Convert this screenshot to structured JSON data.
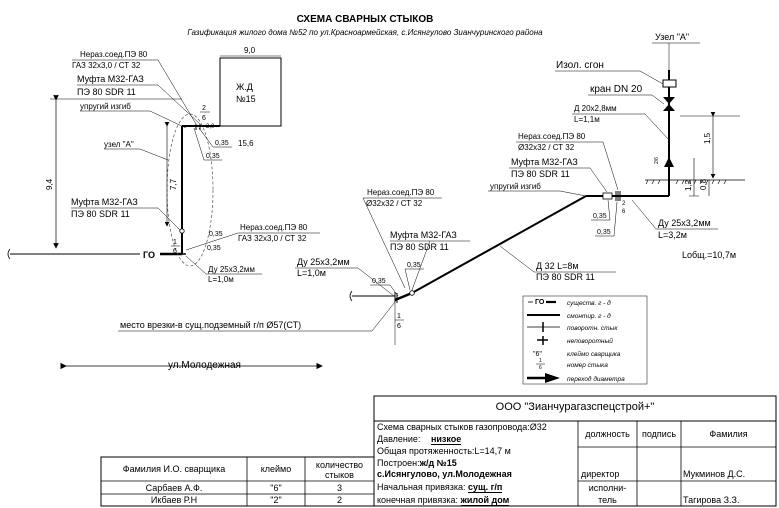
{
  "header": {
    "title": "СХЕМА СВАРНЫХ СТЫКОВ",
    "subtitle": "Газификация жилого дома №52 по ул.Красноармейская, с.Исянгулово  Зианчуринского района"
  },
  "building": {
    "name_line1": "Ж.Д",
    "name_line2": "№15",
    "dim_width": "9,0",
    "dim_depth": "15,6"
  },
  "left_branch": {
    "joint1_line1": "Нераз.соед.ПЭ 80",
    "joint1_line2": "ГАЗ 32х3,0 / СТ 32",
    "coupling1_line1": "Муфта М32-ГАЗ",
    "coupling1_line2": "ПЭ 80 SDR 11",
    "elastic_bend": "упругий изгиб",
    "joint_mark_top": "2",
    "joint_mark_bottom": "6",
    "dim_20": "2,0",
    "dim_035_a": "0,35",
    "dim_035_b": "0,35",
    "node_a_label": "узел \"А\"",
    "dim_94": "9,4",
    "dim_77": "7,7",
    "coupling2_line1": "Муфта М32-ГАЗ",
    "coupling2_line2": "ПЭ 80 SDR 11",
    "joint2_line1": "Нераз.соед.ПЭ 80",
    "joint2_line2": "ГАЗ 32х3,0 / СТ 32",
    "dim_035_c": "0,35",
    "mark2_top": "1",
    "mark2_bottom": "6",
    "go_label": "ГО",
    "pipe_line1": "Ду 25х3,2мм",
    "pipe_line2": "L=1,0м"
  },
  "diagonal": {
    "joint_line1": "Нераз.соед.ПЭ 80",
    "joint_line2": "Ø32х32 / СТ 32",
    "coupling_line1": "Муфта М32-ГАЗ",
    "coupling_line2": "ПЭ 80 SDR 11",
    "dim_035_top": "0,35",
    "dim_035_left": "0,35",
    "pipe_line1": "Ду 25х3,2мм",
    "pipe_line2": "L=1,0м",
    "main_line1": "Д 32 L=8м",
    "main_line2": "ПЭ 80 SDR 11",
    "mark_top": "1",
    "mark_bottom": "6",
    "tie_in": "место врезки-в сущ.подземный г/п Ø57(СТ)"
  },
  "right_branch": {
    "joint_line1": "Нераз.соед.ПЭ 80",
    "joint_line2": "Ø32х32 / СТ 32",
    "coupling_line1": "Муфта М32-ГАЗ",
    "coupling_line2": "ПЭ 80 SDR 11",
    "elastic_bend": "упругий изгиб",
    "dim_035_a": "0,35",
    "dim_035_b": "0,35",
    "mark_top": "2",
    "mark_bottom": "6",
    "pipe_line1": "Ду 25х3,2мм",
    "pipe_line2": "L=3,2м",
    "total_length": "Lобщ.=10,7м"
  },
  "node_a": {
    "title": "Узел \"А\"",
    "insulating": "Изол. сгон",
    "valve": "кран  DN 20",
    "pipe_line1": "Д 20х2,8мм",
    "pipe_line2": "L=1,1м",
    "dim_15": "1,5",
    "dim_12": "1,2",
    "dim_08": "0,8",
    "small_mark": "2/6"
  },
  "street": "ул.Молодежная",
  "legend": [
    {
      "symbol": "existing",
      "label": "существ. г - д"
    },
    {
      "symbol": "mounted",
      "label": "смонтир. г - д"
    },
    {
      "symbol": "rotary",
      "label": "поворотн. стык"
    },
    {
      "symbol": "nonrotary",
      "label": "неповоротный"
    },
    {
      "symbol": "welder",
      "label": "клеймо сварщика",
      "code": "\"6\""
    },
    {
      "symbol": "joint_number",
      "label": "номер стыка"
    },
    {
      "symbol": "diameter",
      "label": "переход диаметра"
    }
  ],
  "welders": {
    "headers": [
      "Фамилия И.О. сварщика",
      "клеймо",
      "количество стыков"
    ],
    "rows": [
      [
        "Сарбаев А.Ф.",
        "\"6\"",
        "3"
      ],
      [
        "Икбаев Р.Н",
        "\"2\"",
        "2"
      ]
    ]
  },
  "stamp": {
    "company": "ООО \"Зианчурагазспецстрой+\"",
    "scheme": "Схема сварных стыков газопровода:Ø32",
    "pressure_label": "Давление:",
    "pressure_value": "низкое",
    "length": "Общая протяженность:L=14,7 м",
    "built_label": "Построен:",
    "built_value": "ж/д №15",
    "built_address": "с.Исянгулово, ул.Молодежная",
    "start_label": "Начальная привязка:",
    "start_value": "сущ. г/п",
    "end_label": "конечная привязка:",
    "end_value": "жилой дом",
    "col_position": "должность",
    "col_signature": "подпись",
    "col_surname": "Фамилия",
    "role1": "директор",
    "name1": "Мукминов Д.С.",
    "role2_line1": "исполни-",
    "role2_line2": "тель",
    "name2": "Тагирова З.З."
  }
}
